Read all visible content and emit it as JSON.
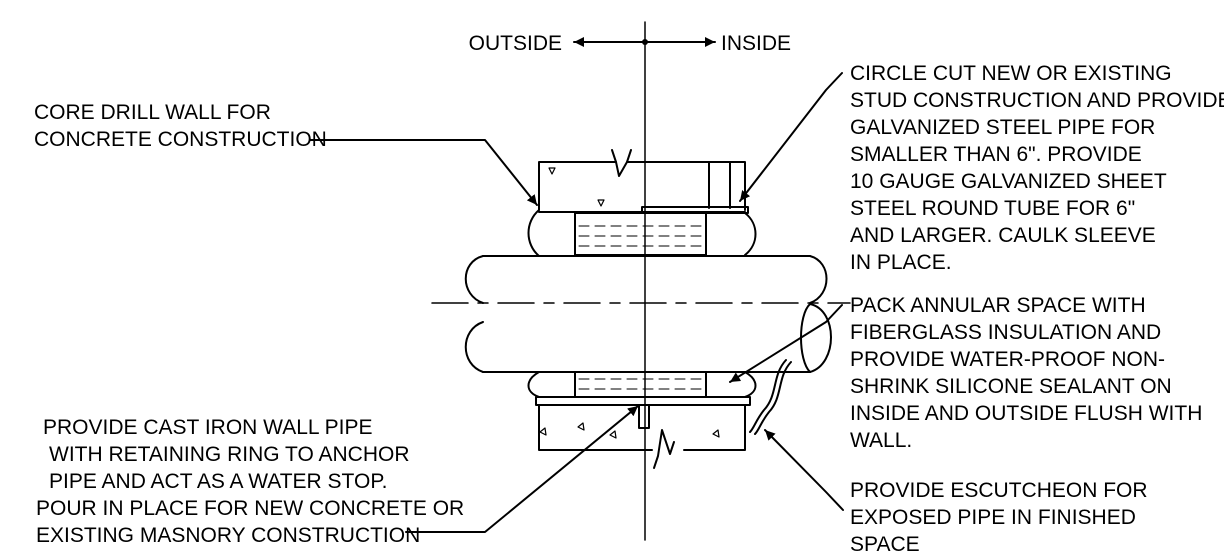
{
  "direction": {
    "left": "OUTSIDE",
    "right": "INSIDE"
  },
  "notes": {
    "core_drill": [
      "CORE DRILL WALL FOR",
      "CONCRETE CONSTRUCTION"
    ],
    "circle_cut": [
      "CIRCLE CUT NEW OR EXISTING",
      "STUD CONSTRUCTION AND PROVIDE",
      "GALVANIZED STEEL PIPE FOR",
      "SMALLER THAN 6\".  PROVIDE",
      "10 GAUGE GALVANIZED SHEET",
      "STEEL ROUND TUBE FOR 6\"",
      "AND LARGER.  CAULK SLEEVE",
      "IN PLACE."
    ],
    "pack_annular": [
      "PACK ANNULAR SPACE WITH",
      "FIBERGLASS INSULATION AND",
      "PROVIDE WATER-PROOF NON-",
      "SHRINK SILICONE SEALANT ON",
      "INSIDE AND OUTSIDE FLUSH WITH",
      "WALL."
    ],
    "cast_iron": [
      "PROVIDE CAST IRON WALL PIPE",
      "WITH RETAINING RING TO ANCHOR",
      "PIPE AND ACT AS A WATER STOP.",
      "POUR IN PLACE FOR NEW CONCRETE OR",
      "EXISTING MASNORY CONSTRUCTION"
    ],
    "escutcheon": [
      "PROVIDE ESCUTCHEON FOR",
      "EXPOSED PIPE IN FINISHED",
      "SPACE"
    ]
  }
}
